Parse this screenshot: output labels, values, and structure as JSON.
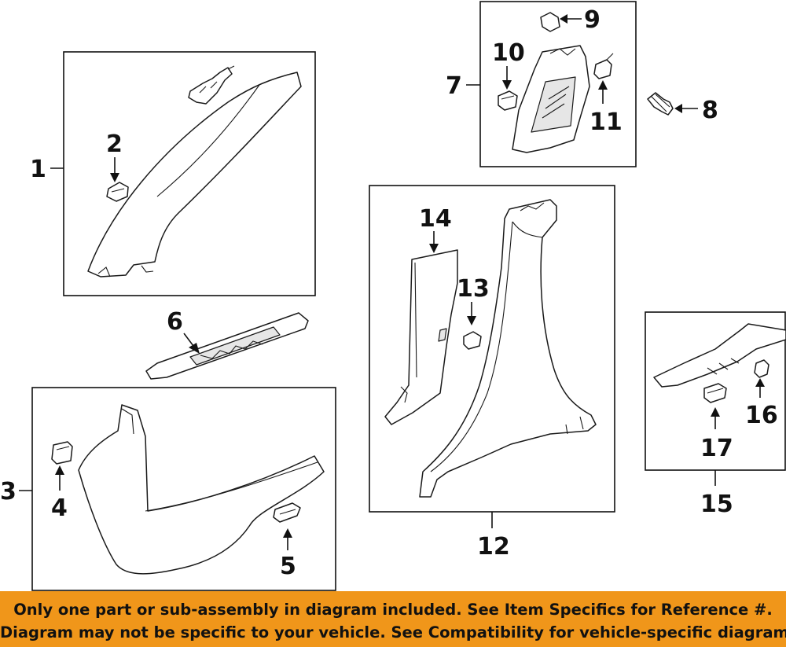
{
  "callouts": {
    "c1": "1",
    "c2": "2",
    "c3": "3",
    "c4": "4",
    "c5": "5",
    "c6": "6",
    "c7": "7",
    "c8": "8",
    "c9": "9",
    "c10": "10",
    "c11": "11",
    "c12": "12",
    "c13": "13",
    "c14": "14",
    "c15": "15",
    "c16": "16",
    "c17": "17"
  },
  "banner": {
    "line1": "Only one part or sub-assembly in diagram included. See Item Specifics for Reference #.",
    "line2": "Diagram may not be specific to your vehicle. See Compatibility for vehicle-specific diagrams.",
    "background_color": "#f0961a"
  }
}
